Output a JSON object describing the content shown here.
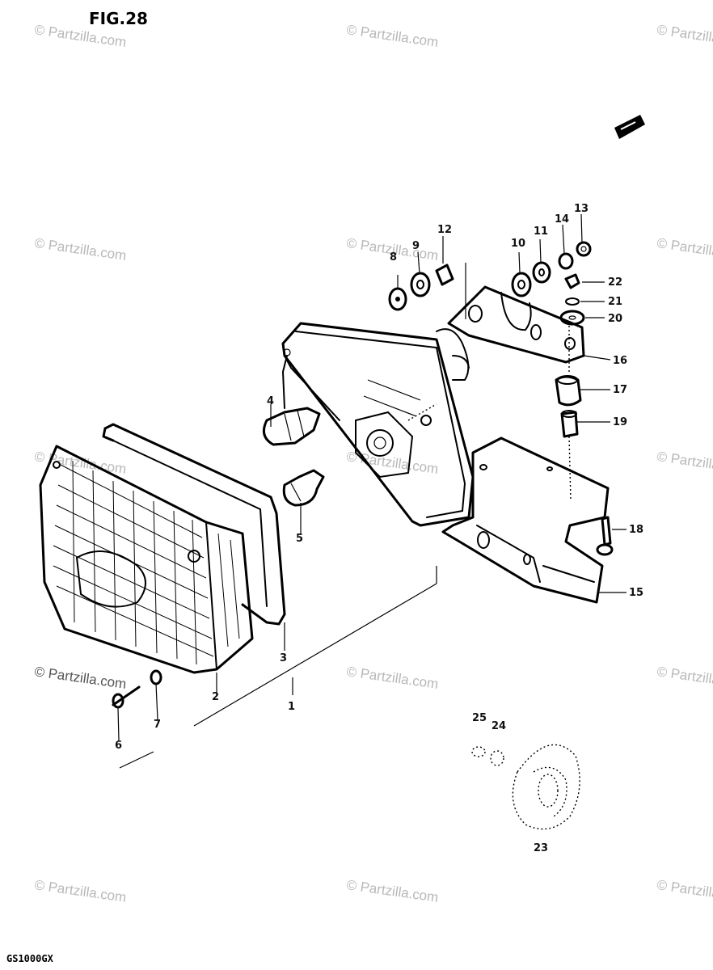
{
  "figure": {
    "title": "FIG.28",
    "model": "GS1000GX"
  },
  "watermarks": [
    {
      "text": "© Partzilla.com"
    },
    {
      "text": "© Partzilla.com"
    },
    {
      "text": "© Partzilla.com"
    },
    {
      "text": "© Partzilla.com"
    },
    {
      "text": "© Partzilla.com"
    },
    {
      "text": "© Partzilla.com"
    },
    {
      "text": "© Partzilla.com"
    },
    {
      "text": "© Partzilla.com"
    },
    {
      "text": "© Partzilla.com"
    },
    {
      "text": "© Partzilla.com"
    },
    {
      "text": "© Partzilla.com"
    },
    {
      "text": "© Partzilla.com"
    },
    {
      "text": "© Partzilla.com"
    },
    {
      "text": "© Partzilla.com"
    },
    {
      "text": "© Partzilla.com"
    }
  ],
  "labels": [
    "1",
    "2",
    "3",
    "4",
    "5",
    "6",
    "7",
    "8",
    "9",
    "10",
    "11",
    "12",
    "13",
    "14",
    "15",
    "16",
    "17",
    "18",
    "19",
    "20",
    "21",
    "22",
    "23",
    "24",
    "25",
    "25"
  ]
}
